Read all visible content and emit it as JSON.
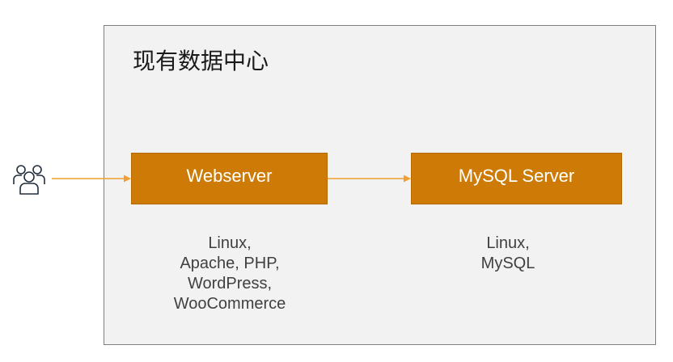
{
  "diagram": {
    "datacenter_title": "现有数据中心",
    "webserver": {
      "label": "Webserver",
      "stack": [
        "Linux,",
        "Apache, PHP,",
        "WordPress,",
        "WooCommerce"
      ]
    },
    "database": {
      "label": "MySQL Server",
      "stack": [
        "Linux,",
        "MySQL"
      ]
    },
    "users_icon": "users-icon",
    "colors": {
      "server_fill": "#cd7b06",
      "arrow": "#f0a030",
      "container_fill": "#f2f2f2",
      "container_border": "#7f7f7f",
      "icon_stroke": "#232f3e"
    }
  }
}
